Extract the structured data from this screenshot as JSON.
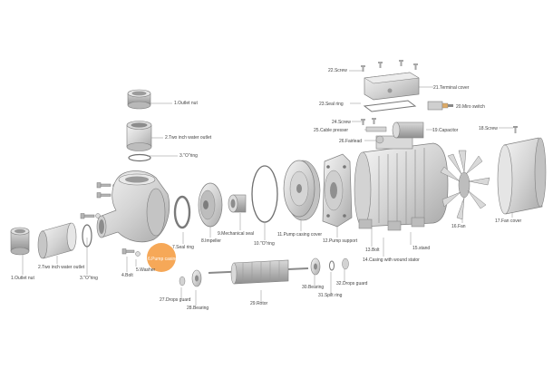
{
  "highlight": {
    "color": "#f5a14a"
  },
  "parts": [
    {
      "id": "p1a",
      "label": "1.Outlet nut"
    },
    {
      "id": "p2a",
      "label": "2.Two inch water outlet"
    },
    {
      "id": "p3a",
      "label": "3.\"O\"ring"
    },
    {
      "id": "p1b",
      "label": "1.Outlet nut"
    },
    {
      "id": "p2b",
      "label": "2.Two inch water outlet"
    },
    {
      "id": "p3b",
      "label": "3.\"O\"ring"
    },
    {
      "id": "p4",
      "label": "4.Bolt"
    },
    {
      "id": "p5",
      "label": "5.Washer"
    },
    {
      "id": "p6",
      "label": "6.Pump casing"
    },
    {
      "id": "p7",
      "label": "7.Seal ring"
    },
    {
      "id": "p8",
      "label": "8.Impeller"
    },
    {
      "id": "p9",
      "label": "9.Mechanical seal"
    },
    {
      "id": "p10",
      "label": "10.\"O\"ring"
    },
    {
      "id": "p11",
      "label": "11.Pump casing cover"
    },
    {
      "id": "p12",
      "label": "12.Pump support"
    },
    {
      "id": "p13",
      "label": "13.Bolt"
    },
    {
      "id": "p14",
      "label": "14.Casing with wound stator"
    },
    {
      "id": "p15",
      "label": "15.stand"
    },
    {
      "id": "p16",
      "label": "16.Fan"
    },
    {
      "id": "p17",
      "label": "17.Fan cover"
    },
    {
      "id": "p18",
      "label": "18.Screw"
    },
    {
      "id": "p19",
      "label": "19.Capacitor"
    },
    {
      "id": "p20",
      "label": "20.Miro switch"
    },
    {
      "id": "p21",
      "label": "21.Terminal cover"
    },
    {
      "id": "p22",
      "label": "22.Screw"
    },
    {
      "id": "p23",
      "label": "23.Seal ring"
    },
    {
      "id": "p24",
      "label": "24.Screw"
    },
    {
      "id": "p25",
      "label": "25.Cable presser"
    },
    {
      "id": "p26",
      "label": "26.Fairlead"
    },
    {
      "id": "p27",
      "label": "27.Drops guard"
    },
    {
      "id": "p28",
      "label": "28.Bearing"
    },
    {
      "id": "p29",
      "label": "29.Rotor"
    },
    {
      "id": "p30",
      "label": "30.Bearing"
    },
    {
      "id": "p31",
      "label": "31.Spilt ring"
    },
    {
      "id": "p32",
      "label": "32.Drops guard"
    }
  ]
}
